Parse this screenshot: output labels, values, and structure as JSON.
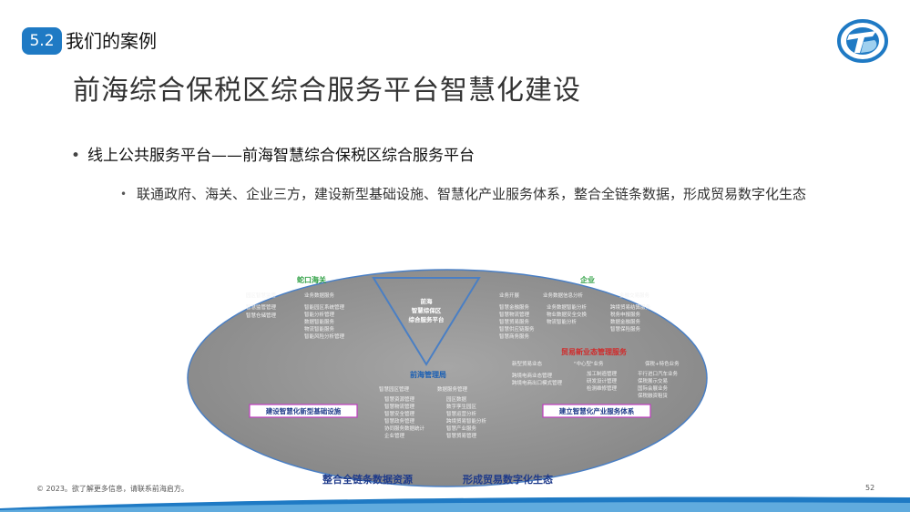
{
  "header": {
    "section_number": "5.2",
    "section_title": "我们的案例"
  },
  "main_title": "前海综合保税区综合服务平台智慧化建设",
  "bullets": {
    "level1": "线上公共服务平台——前海智慧综合保税区综合服务平台",
    "level2": "联通政府、海关、企业三方，建设新型基础设施、智慧化产业服务体系，整合全链条数据，形成贸易数字化生态"
  },
  "diagram": {
    "center": [
      "前海",
      "智慧综保区",
      "综合服务平台"
    ],
    "customs": {
      "title": "蛇口海关",
      "col1_header": "园区智慧监管",
      "col1_items": [
        "智慧监管管理",
        "智慧仓储管理"
      ],
      "col2_header": "业务数据服务",
      "col2_items": [
        "智能园区系统管理",
        "智能分析管理",
        "数据智能服务",
        "物流智能服务",
        "智能风险分析管理"
      ]
    },
    "enterprise": {
      "title": "企业",
      "col1_header": "业务开展",
      "col1_items": [
        "智慧金融服务",
        "智慧物流管理",
        "智慧贸易服务",
        "智慧供应链服务",
        "智慧商务服务"
      ],
      "col2_header": "业务数据信息分析",
      "col2_items": [
        "业务数据智能分析",
        "物业数据安全交换",
        "物流智能分析"
      ],
      "col3_header": "金融交易服务",
      "col3_items": [
        "跨境贸易结算服务",
        "税务申报服务",
        "数据金融服务",
        "智慧保险服务"
      ]
    },
    "authority": {
      "title": "前海管理局",
      "col1_header": "智慧园区管理",
      "col1_items": [
        "智慧资源管理",
        "智慧物流管理",
        "智慧安全管理",
        "智慧政务管理",
        "协同服务数据统计",
        "企业管理"
      ],
      "col2_header": "数据服务管理",
      "col2_items": [
        "园区数据",
        "数字孪生园区",
        "智慧运营分析",
        "跨境贸易智能分析",
        "智慧产业服务",
        "智慧贸易管理"
      ]
    },
    "trade": {
      "title": "贸易新业态管理服务",
      "col1_header": "新型贸易业态",
      "col1_items": [
        "跨境电商业态管理",
        "跨境电商出口模式管理"
      ],
      "col2_header": "\"中心型\"业务",
      "col2_items": [
        "加工制造管理",
        "研发设计管理",
        "检测维修管理"
      ],
      "col3_header": "保税+特色业务",
      "col3_items": [
        "平行进口汽车业务",
        "保税展示交易",
        "国际会展业务",
        "保税融资租赁"
      ]
    },
    "left_box": "建设智慧化新型基础设施",
    "right_box": "建立智慧化产业服务体系"
  },
  "bottom_labels": {
    "left": "整合全链条数据资源",
    "right": "形成贸易数字化生态"
  },
  "footer": {
    "note": "© 2023。欲了解更多信息，请联系前海启方。",
    "page_number": "52"
  },
  "colors": {
    "accent": "#1f7ac4",
    "ellipse_fill": "#8e8e8e",
    "green_title": "#2ea043",
    "blue_title": "#1a5fb4",
    "red_title": "#d02a2a",
    "magenta_border": "#c03cc0",
    "navy_text": "#1e3a8a"
  }
}
